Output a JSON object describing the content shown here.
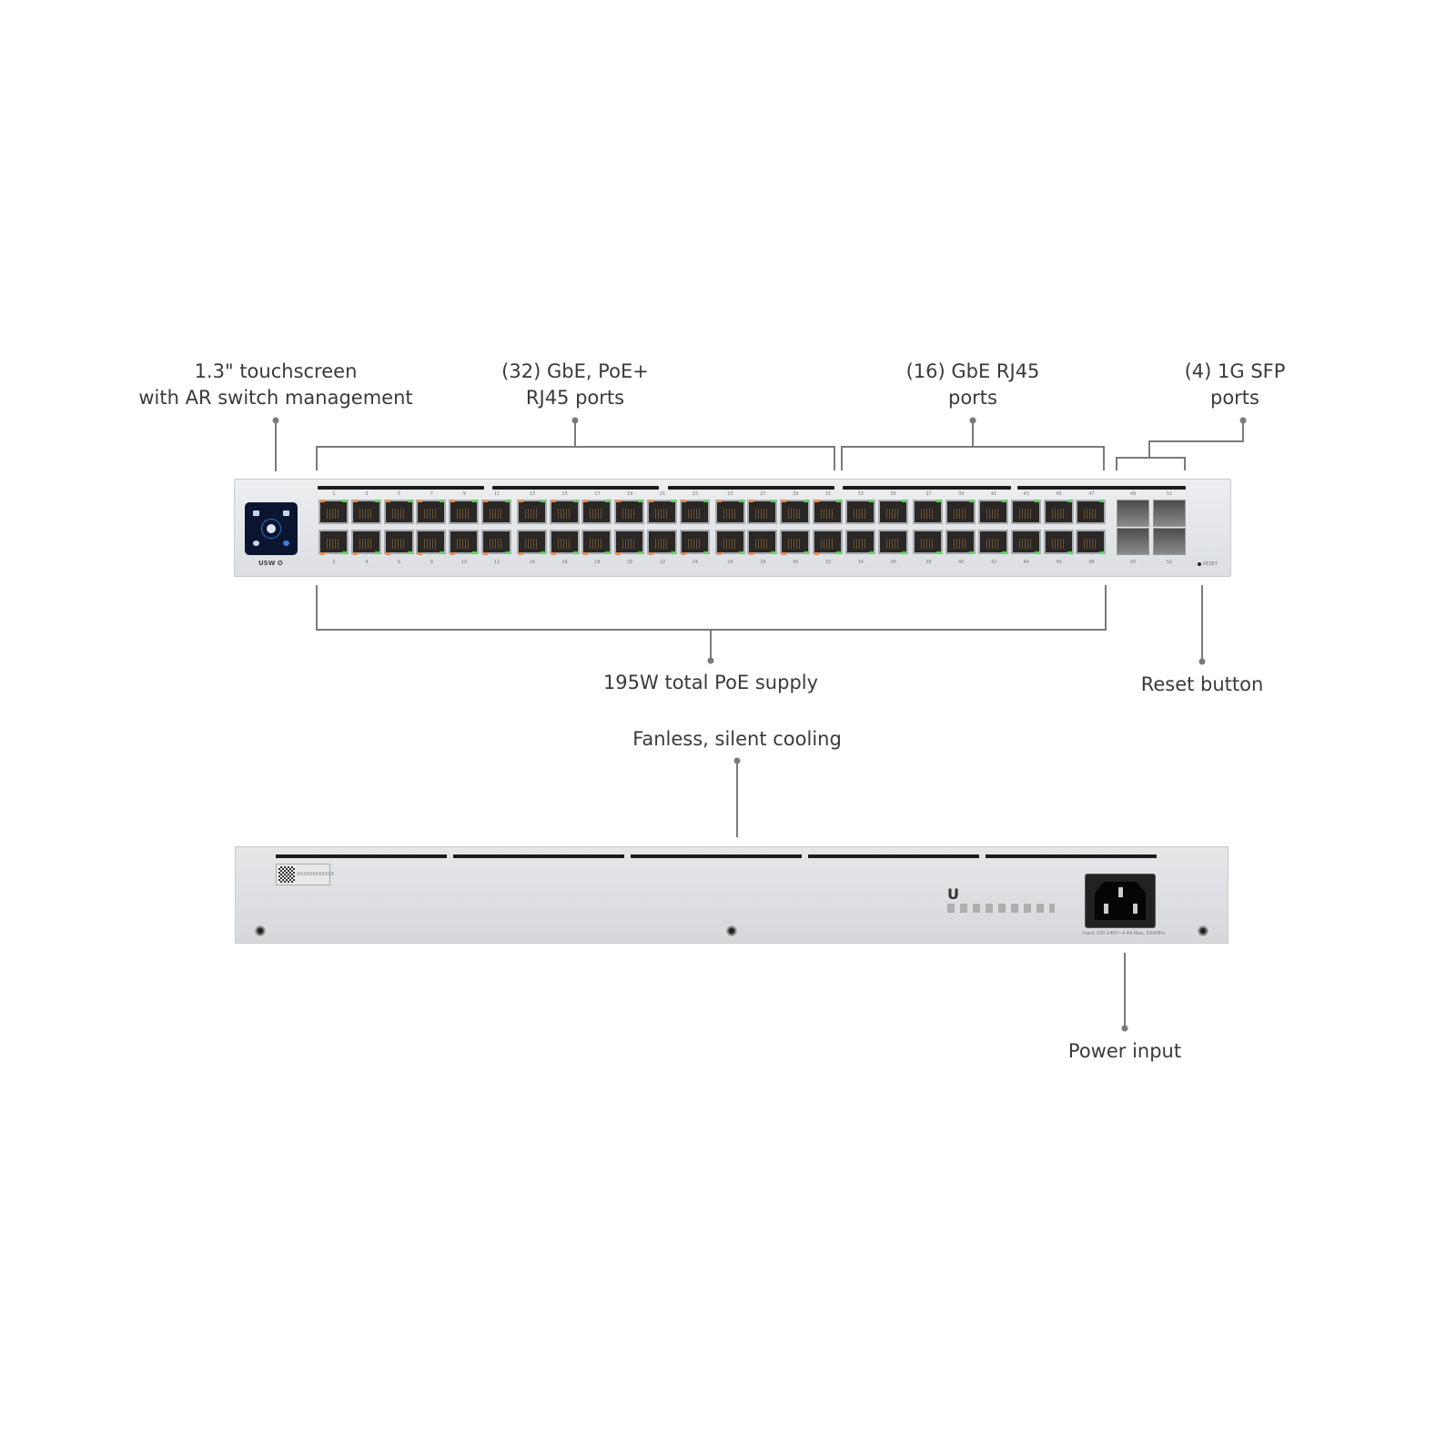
{
  "callouts": {
    "touchscreen": [
      "1.3\" touchscreen",
      "with AR switch management"
    ],
    "poe_ports": [
      "(32) GbE, PoE+",
      "RJ45 ports"
    ],
    "rj45_ports": [
      "(16) GbE RJ45",
      "ports"
    ],
    "sfp_ports": [
      "(4) 1G SFP",
      "ports"
    ],
    "poe_supply": "195W total PoE supply",
    "reset": "Reset button",
    "cooling": "Fanless, silent cooling",
    "power": "Power input"
  },
  "device": {
    "logo_text": "USW",
    "reset_label": "RESET",
    "ports_top": [
      "1",
      "3",
      "5",
      "7",
      "9",
      "11",
      "13",
      "15",
      "17",
      "19",
      "21",
      "23",
      "25",
      "27",
      "29",
      "31",
      "33",
      "35",
      "37",
      "39",
      "41",
      "43",
      "45",
      "47"
    ],
    "ports_bottom": [
      "2",
      "4",
      "6",
      "8",
      "10",
      "12",
      "14",
      "16",
      "18",
      "20",
      "22",
      "24",
      "26",
      "28",
      "30",
      "32",
      "34",
      "36",
      "38",
      "40",
      "42",
      "44",
      "46",
      "48"
    ],
    "sfp_top": [
      "49",
      "51"
    ],
    "sfp_bottom": [
      "50",
      "52"
    ],
    "power_rating": "Input 100-240V~4.4A Max, 50/60Hz",
    "serial": "XXXXXXXXXXXX",
    "poe_led_color": "#f08a4b",
    "link_led_color": "#5fd35a"
  }
}
